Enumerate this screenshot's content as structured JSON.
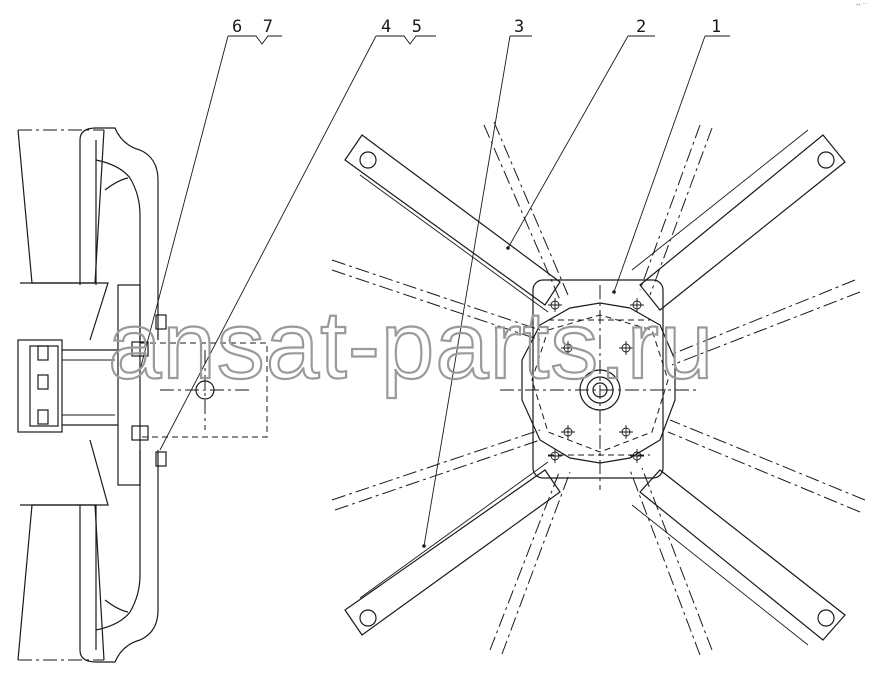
{
  "callouts": [
    {
      "id": "c67",
      "label": "6  7"
    },
    {
      "id": "c45",
      "label": "4  5"
    },
    {
      "id": "c3",
      "label": "3"
    },
    {
      "id": "c2",
      "label": "2"
    },
    {
      "id": "c1",
      "label": "1"
    }
  ],
  "watermark": "ansat-parts.ru",
  "corner_mark": "ᐩᐩ ᐝᐝᐝ"
}
